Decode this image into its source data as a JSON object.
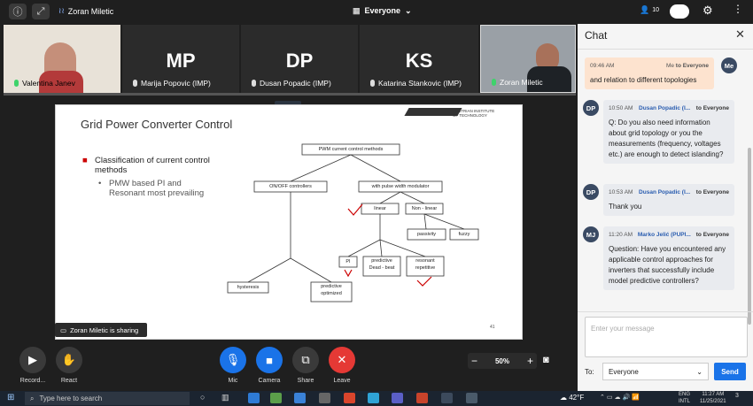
{
  "topbar": {
    "presenter_name": "Zoran Miletic",
    "audience": "Everyone",
    "participant_count": "10"
  },
  "participants": [
    {
      "name": "Valentina Janev",
      "initials": "",
      "mic_on": true,
      "has_video": true
    },
    {
      "name": "Marija Popovic (IMP)",
      "initials": "MP",
      "mic_on": false
    },
    {
      "name": "Dusan Popadic (IMP)",
      "initials": "DP",
      "mic_on": false
    },
    {
      "name": "Katarina Stankovic (IMP)",
      "initials": "KS",
      "mic_on": false
    },
    {
      "name": "Zoran Miletic",
      "initials": "",
      "mic_on": true,
      "has_video": true
    }
  ],
  "slide": {
    "title": "Grid Power Converter Control",
    "logo_text": "AUSTRIAN INSTITUTE OF TECHNOLOGY",
    "bullet1": "Classification of current control methods",
    "bullet2": "PMW based PI and Resonant most prevailing",
    "page_number": "41",
    "diagram": {
      "root": "PWM current control methods",
      "onoff": "ON/OFF controllers",
      "withpwm": "with pulse width modulator",
      "linear": "linear",
      "nonlinear": "Non - linear",
      "passivity": "passivity",
      "fuzzy": "fuzzy",
      "hysteresis": "hysteresis",
      "pred_opt": "predictive optimized",
      "pi": "PI",
      "pred_db": "predictive Dead - beat",
      "resonant": "resonant repetitive"
    }
  },
  "sharing_label": "Zoran Miletic is sharing",
  "controls": {
    "record": "Record...",
    "react": "React",
    "mic": "Mic",
    "camera": "Camera",
    "share": "Share",
    "leave": "Leave",
    "zoom": "50%"
  },
  "chat": {
    "title": "Chat",
    "messages": [
      {
        "initials": "Me",
        "time": "09:46 AM",
        "sender": "Me",
        "to": "to Everyone",
        "text": "and relation to different topologies"
      },
      {
        "initials": "DP",
        "time": "10:50 AM",
        "sender": "Dusan Popadic (I...",
        "to": "to Everyone",
        "text": "Q: Do you also need information about grid topology or you the measurements (frequency, voltages etc.) are enough to detect islanding?"
      },
      {
        "initials": "DP",
        "time": "10:53 AM",
        "sender": "Dusan Popadic (I...",
        "to": "to Everyone",
        "text": "Thank you"
      },
      {
        "initials": "MJ",
        "time": "11:20 AM",
        "sender": "Marko Jelić (PUPI...",
        "to": "to Everyone",
        "text": "Question: Have you encountered any applicable control approaches for inverters that successfully include model predictive controllers?"
      }
    ],
    "input_placeholder": "Enter your message",
    "to_label": "To:",
    "recipient": "Everyone",
    "send": "Send"
  },
  "taskbar": {
    "search_placeholder": "Type here to search",
    "weather": "42°F",
    "lang": "ENG",
    "lang2": "INTL",
    "time": "11:27 AM",
    "date": "11/25/2021",
    "notif": "3"
  }
}
